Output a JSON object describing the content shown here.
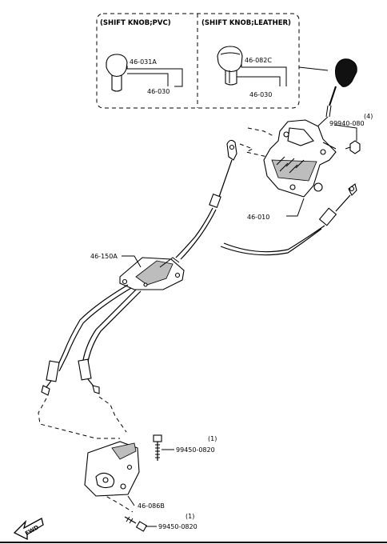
{
  "insets": [
    {
      "header": "(SHIFT KNOB;PVC)"
    },
    {
      "header": "(SHIFT KNOB;LEATHER)"
    }
  ],
  "labels": {
    "p46031A": "46-031A",
    "p46030a": "46-030",
    "p46082C": "46-082C",
    "p46030b": "46-030",
    "p99940": "99940-080",
    "p99940qty": "(4)",
    "p46010": "46-010",
    "p46150A": "46-150A",
    "p99450a": "99450-0820",
    "p99450aqty": "(1)",
    "p46086B": "46-086B",
    "p99450b": "99450-0820",
    "p99450bqty": "(1)",
    "fwd": "FWD"
  }
}
